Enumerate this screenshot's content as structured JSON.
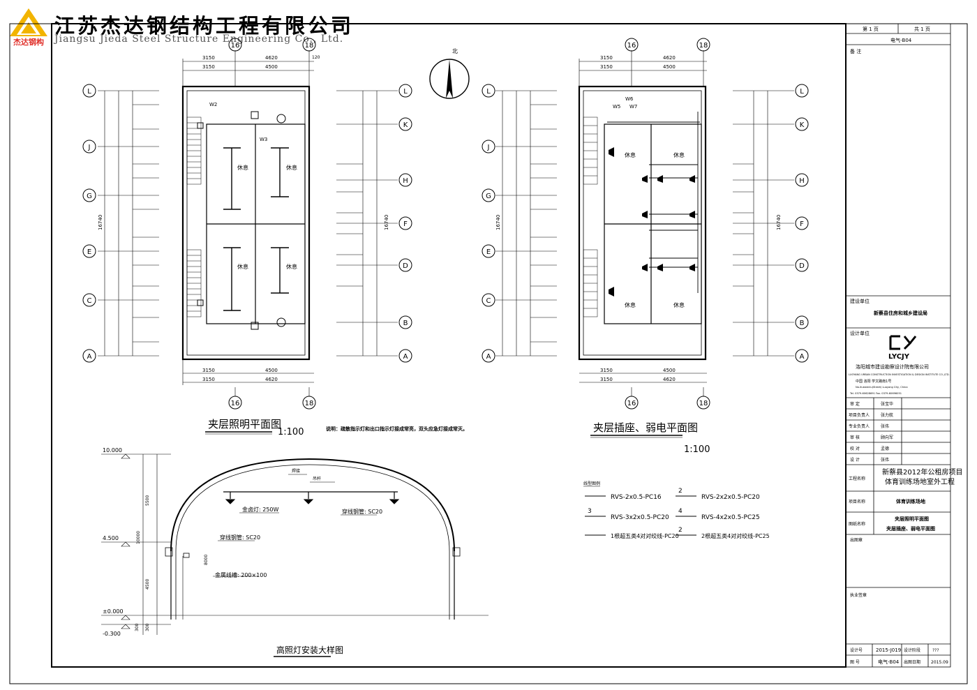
{
  "company": {
    "name_cn": "江苏杰达钢结构工程有限公司",
    "name_en": "Jiangsu Jieda Steel Structure Engineering Co., Ltd.",
    "logo_text": "杰达钢构"
  },
  "plan1": {
    "title": "夹层照明平面图",
    "scale": "1:100",
    "note": "说明：疏散指示灯和出口指示灯接成常亮，双头应急灯接成常灭。",
    "room_label": "休息",
    "top_dims": {
      "a": "3150",
      "b": "4620",
      "c": "4500",
      "side": "120"
    },
    "labels": [
      "W2",
      "W3"
    ]
  },
  "plan2": {
    "title": "夹层插座、弱电平面图",
    "scale": "1:100",
    "room_label": "休息",
    "labels": [
      "W5",
      "W6",
      "W7"
    ]
  },
  "axes": {
    "cols": [
      "16",
      "18"
    ],
    "rows": [
      "L",
      "K",
      "J",
      "H",
      "G",
      "F",
      "E",
      "D",
      "C",
      "B",
      "A"
    ],
    "total_dim": "16740"
  },
  "north_label": "北",
  "section": {
    "title": "高照灯安装大样图",
    "elev_top": "10.000",
    "elev_mid": "4.500",
    "elev_zero": "±0.000",
    "elev_bot": "-0.300",
    "dim_5500": "5500",
    "dim_10000": "10000",
    "dim_4500": "4500",
    "dim_8000": "8000",
    "dim_300": "300",
    "label_weld": "焊接",
    "label_hanger": "吊杆",
    "label_lamp": "金卤灯: 250W",
    "label_pipe1": "穿线钢管: SC20",
    "label_pipe2": "穿线钢管: SC20",
    "label_tray": "金属线槽: 200×100"
  },
  "legend": {
    "title": "线型图例",
    "items": [
      "RVS-2x0.5-PC16",
      "RVS-2x2x0.5-PC20",
      "RVS-3x2x0.5-PC20",
      "RVS-4x2x0.5-PC25",
      "1根超五类4对对绞线-PC20",
      "2根超五类4对对绞线-PC25"
    ],
    "marks": [
      "",
      "2",
      "3",
      "4",
      "",
      "2"
    ]
  },
  "titleblock": {
    "page_label": "第 1 页",
    "total_label": "共 1 页",
    "drawing_code": "电气-B04",
    "remarks": "备  注",
    "client_label": "建设单位",
    "client": "新蔡县住房和城乡建设局",
    "designer_label": "设计单位",
    "designer_logo": "LYCJY",
    "designer_name": "洛阳城市建设勘察设计院有限公司",
    "designer_name_en": "LUOYANG URBAN CONSTRUCTION INVESTIGATION & DESIGN INSTITUTE CO.,LTD.",
    "designer_addr": "中国 洛阳 学文路南1号",
    "designer_addr_en": "No.Xuewenlu(Street) Luoyang City, China",
    "designer_tel": "Tel. 0379-60628691     Fax. 0379-60696051",
    "roles": [
      {
        "role": "审    定",
        "name": "张宝华"
      },
      {
        "role": "项目负责人",
        "name": "张力航"
      },
      {
        "role": "专业负责人",
        "name": "张伟"
      },
      {
        "role": "审    核",
        "name": "顾向军"
      },
      {
        "role": "校    对",
        "name": "孟德"
      },
      {
        "role": "设    计",
        "name": "张伟"
      }
    ],
    "project_label": "工程名称",
    "project_line1": "新蔡县2012年公租房项目",
    "project_line2": "体育训练场地室外工程",
    "item_label": "项目名称",
    "item": "体育训练场地",
    "drawing_label": "图纸名称",
    "drawing_line1": "夹层照明平面图",
    "drawing_line2": "夹层插座、弱电平面图",
    "stamp_label": "出图章",
    "exec_label": "执业签章",
    "design_no_label": "设计号",
    "design_no": "2015-J019",
    "phase_label": "设计阶段",
    "phase": "???",
    "figure_no_label": "图    号",
    "figure_no": "电气-B04",
    "date_label": "出图日期",
    "date": "2015.09"
  }
}
